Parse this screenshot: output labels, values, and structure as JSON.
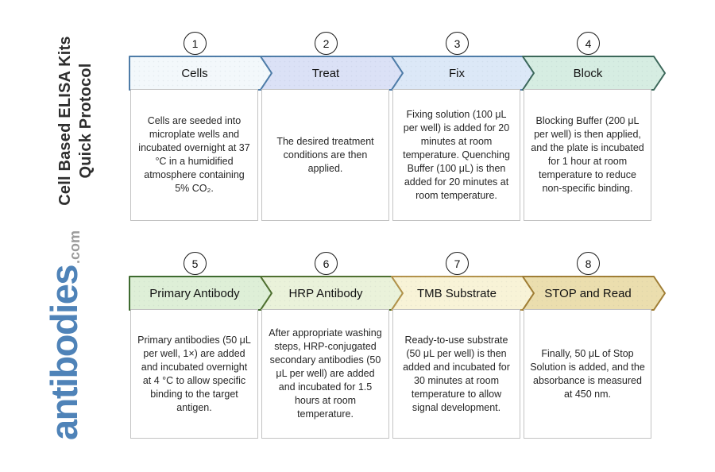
{
  "figure": {
    "title_lines": [
      "Cell Based ELISA Kits",
      "Quick Protocol"
    ],
    "logo": {
      "text": "antibodies",
      "suffix": ".com",
      "color": "#4F83B8",
      "suffix_color": "#9B9B9B"
    }
  },
  "steps": [
    {
      "number": "1",
      "label": "Cells",
      "fill": "#F3F8FB",
      "border": "#4E7CA8",
      "description": "Cells are seeded into microplate wells and incubated overnight at 37 °C in a humidified atmosphere containing 5% CO₂."
    },
    {
      "number": "2",
      "label": "Treat",
      "fill": "#DBE1F6",
      "border": "#4E7CA8",
      "description": "The desired treatment conditions are then applied."
    },
    {
      "number": "3",
      "label": "Fix",
      "fill": "#DCE8F7",
      "border": "#4E7CA8",
      "description": "Fixing solution (100 μL per well) is added for 20 minutes at room temperature. Quenching Buffer (100 μL) is then added for 20 minutes at room temperature."
    },
    {
      "number": "4",
      "label": "Block",
      "fill": "#D6EDE2",
      "border": "#3C685A",
      "description": "Blocking Buffer (200 μL per well) is then applied, and the plate is incubated for 1 hour at room temperature to reduce non-specific binding."
    },
    {
      "number": "5",
      "label": "Primary Antibody",
      "fill": "#DEEFD7",
      "border": "#3E6B2F",
      "description": "Primary antibodies (50 μL per well, 1×) are added and incubated overnight at 4 °C to allow specific binding to the target antigen."
    },
    {
      "number": "6",
      "label": "HRP Antibody",
      "fill": "#EAF2DA",
      "border": "#4F7030",
      "description": "After appropriate washing steps, HRP-conjugated secondary antibodies (50 μL per well) are added and incubated for 1.5 hours at room temperature."
    },
    {
      "number": "7",
      "label": "TMB Substrate",
      "fill": "#F8F3D7",
      "border": "#B3924A",
      "description": "Ready-to-use substrate (50 μL per well) is then added and incubated for 30 minutes at room temperature to allow signal development."
    },
    {
      "number": "8",
      "label": "STOP and Read",
      "fill": "#EBDEAE",
      "border": "#A07E35",
      "description": "Finally, 50 μL of Stop Solution is added, and the absorbance is measured at 450 nm."
    }
  ]
}
